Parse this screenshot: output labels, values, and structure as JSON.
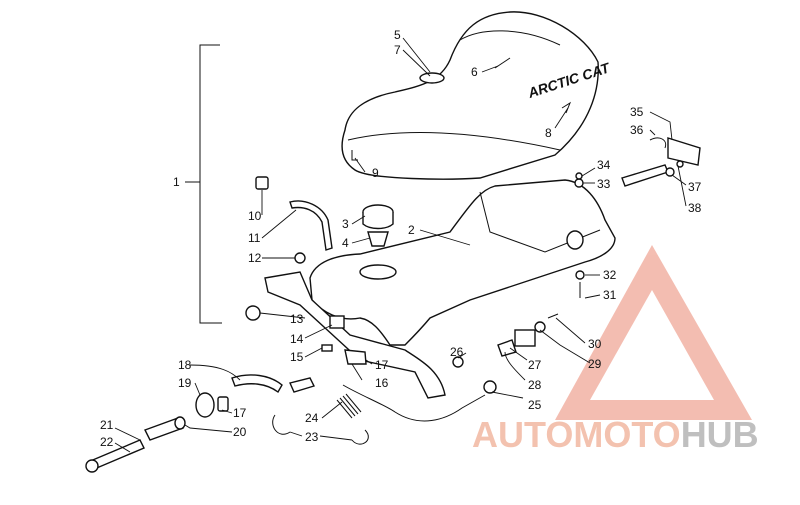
{
  "diagram": {
    "callouts": [
      {
        "id": "c1",
        "label": "1"
      },
      {
        "id": "c2",
        "label": "2"
      },
      {
        "id": "c3",
        "label": "3"
      },
      {
        "id": "c4",
        "label": "4"
      },
      {
        "id": "c5",
        "label": "5"
      },
      {
        "id": "c6",
        "label": "6"
      },
      {
        "id": "c7",
        "label": "7"
      },
      {
        "id": "c8",
        "label": "8"
      },
      {
        "id": "c9",
        "label": "9"
      },
      {
        "id": "c10",
        "label": "10"
      },
      {
        "id": "c11",
        "label": "11"
      },
      {
        "id": "c12",
        "label": "12"
      },
      {
        "id": "c13",
        "label": "13"
      },
      {
        "id": "c14",
        "label": "14"
      },
      {
        "id": "c15",
        "label": "15"
      },
      {
        "id": "c16",
        "label": "16"
      },
      {
        "id": "c17a",
        "label": "17"
      },
      {
        "id": "c17b",
        "label": "17"
      },
      {
        "id": "c18",
        "label": "18"
      },
      {
        "id": "c19",
        "label": "19"
      },
      {
        "id": "c20",
        "label": "20"
      },
      {
        "id": "c21",
        "label": "21"
      },
      {
        "id": "c22",
        "label": "22"
      },
      {
        "id": "c23",
        "label": "23"
      },
      {
        "id": "c24",
        "label": "24"
      },
      {
        "id": "c25",
        "label": "25"
      },
      {
        "id": "c26",
        "label": "26"
      },
      {
        "id": "c27",
        "label": "27"
      },
      {
        "id": "c28",
        "label": "28"
      },
      {
        "id": "c29",
        "label": "29"
      },
      {
        "id": "c30",
        "label": "30"
      },
      {
        "id": "c31",
        "label": "31"
      },
      {
        "id": "c32",
        "label": "32"
      },
      {
        "id": "c33",
        "label": "33"
      },
      {
        "id": "c34",
        "label": "34"
      },
      {
        "id": "c35",
        "label": "35"
      },
      {
        "id": "c36",
        "label": "36"
      },
      {
        "id": "c37",
        "label": "37"
      },
      {
        "id": "c38",
        "label": "38"
      }
    ],
    "seat_logo": "ARCTIC CAT"
  },
  "watermark": {
    "part1": "AUTO",
    "part2": "MOTO",
    "part3": "HUB",
    "color_main": "#f2b8a2",
    "color_dark": "#b5b5b5"
  }
}
